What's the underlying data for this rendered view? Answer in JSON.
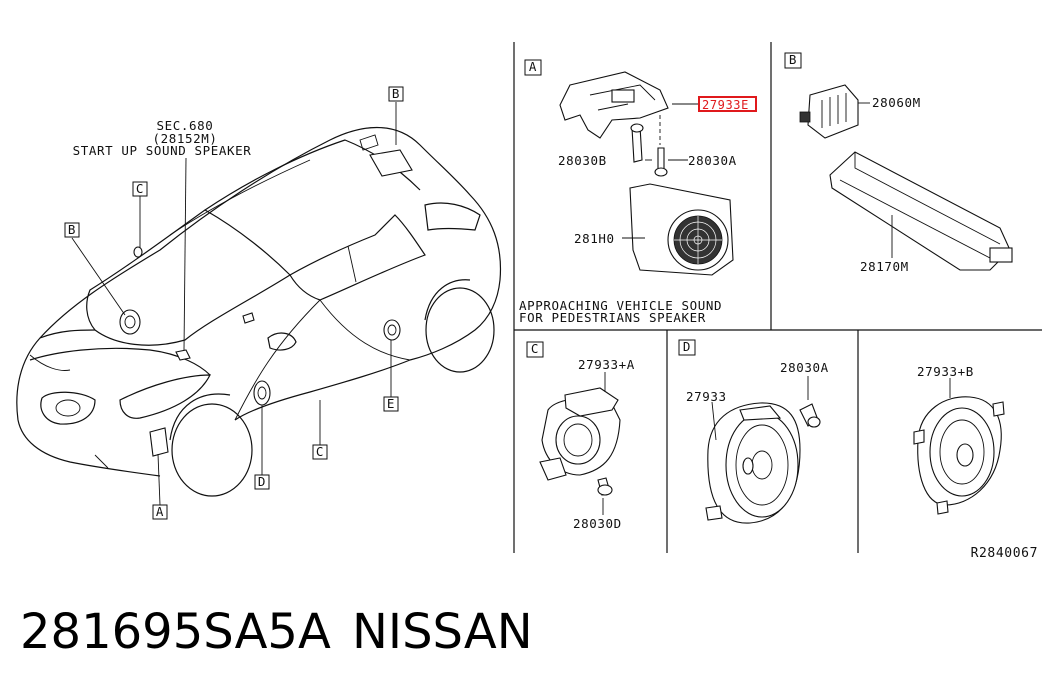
{
  "part_number": "281695SA5A",
  "brand": "NISSAN",
  "diagram_code": "R2840067",
  "car_callout": {
    "sec_ref": "SEC.680",
    "sec_part": "(28152M)",
    "sec_desc": "START UP SOUND SPEAKER",
    "marker_b_top": "B",
    "marker_c_left": "C",
    "marker_b_left": "B",
    "marker_a_bottom": "A",
    "marker_d_bottom": "D",
    "marker_e_side": "E",
    "marker_c_bottom": "C"
  },
  "panel_a": {
    "tag": "A",
    "highlight_label": "27933E",
    "label_28030b": "28030B",
    "label_28030a": "28030A",
    "label_281h0": "281H0",
    "caption_line1": "APPROACHING VEHICLE SOUND",
    "caption_line2": "FOR PEDESTRIANS SPEAKER",
    "highlight_color": "#e0191c"
  },
  "panel_b": {
    "tag": "B",
    "label_28060m": "28060M",
    "label_28170m": "28170M"
  },
  "panel_c": {
    "tag": "C",
    "label_top": "27933+A",
    "label_bottom": "28030D"
  },
  "panel_d": {
    "tag": "D",
    "label_28030a": "28030A",
    "label_27933": "27933"
  },
  "panel_e": {
    "label": "27933+B"
  }
}
